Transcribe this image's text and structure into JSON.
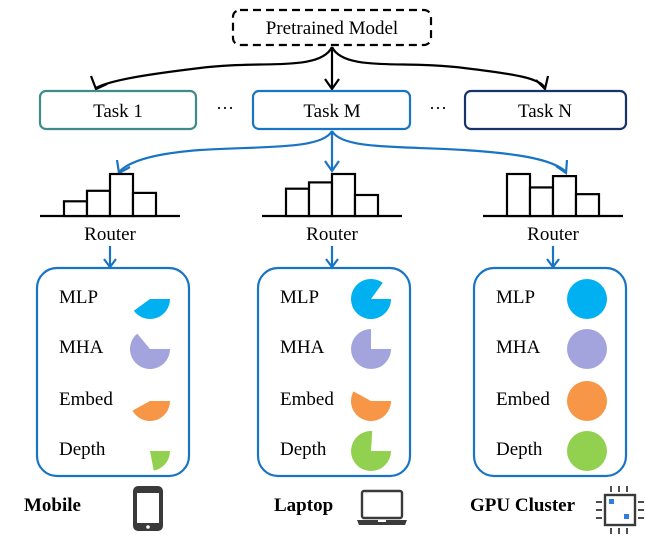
{
  "root": {
    "label": "Pretrained Model"
  },
  "tasks": [
    {
      "label": "Task 1",
      "color": "#3f8a8c"
    },
    {
      "label": "Task M",
      "color": "#1a74c4"
    },
    {
      "label": "Task N",
      "color": "#17346a"
    }
  ],
  "ellipsis": "···",
  "colors": {
    "arrow_black": "#000000",
    "arrow_blue": "#1a74c4",
    "panel_border": "#1a74c4",
    "MLP": "#00b0f0",
    "MHA": "#a3a3de",
    "Embed": "#f79646",
    "Depth": "#92d050",
    "chip_blue": "#2f7de1",
    "icon_gray": "#3a3a3a"
  },
  "router_label": "Router",
  "devices": [
    {
      "name": "Mobile",
      "icon": "smartphone-icon",
      "router_histogram": [
        0.35,
        0.6,
        1.0,
        0.55
      ],
      "components": [
        {
          "label": "MLP",
          "fraction": 0.4
        },
        {
          "label": "MHA",
          "fraction": 0.64
        },
        {
          "label": "Embed",
          "fraction": 0.42
        },
        {
          "label": "Depth",
          "fraction": 0.22
        }
      ]
    },
    {
      "name": "Laptop",
      "icon": "laptop-icon",
      "router_histogram": [
        0.65,
        0.8,
        1.0,
        0.5
      ],
      "components": [
        {
          "label": "MLP",
          "fraction": 0.85
        },
        {
          "label": "MHA",
          "fraction": 0.75
        },
        {
          "label": "Embed",
          "fraction": 0.58
        },
        {
          "label": "Depth",
          "fraction": 0.76
        }
      ]
    },
    {
      "name": "GPU Cluster",
      "icon": "gpu-chip-icon",
      "router_histogram": [
        1.0,
        0.68,
        0.95,
        0.52
      ],
      "components": [
        {
          "label": "MLP",
          "fraction": 1.0
        },
        {
          "label": "MHA",
          "fraction": 1.0
        },
        {
          "label": "Embed",
          "fraction": 1.0
        },
        {
          "label": "Depth",
          "fraction": 1.0
        }
      ]
    }
  ]
}
